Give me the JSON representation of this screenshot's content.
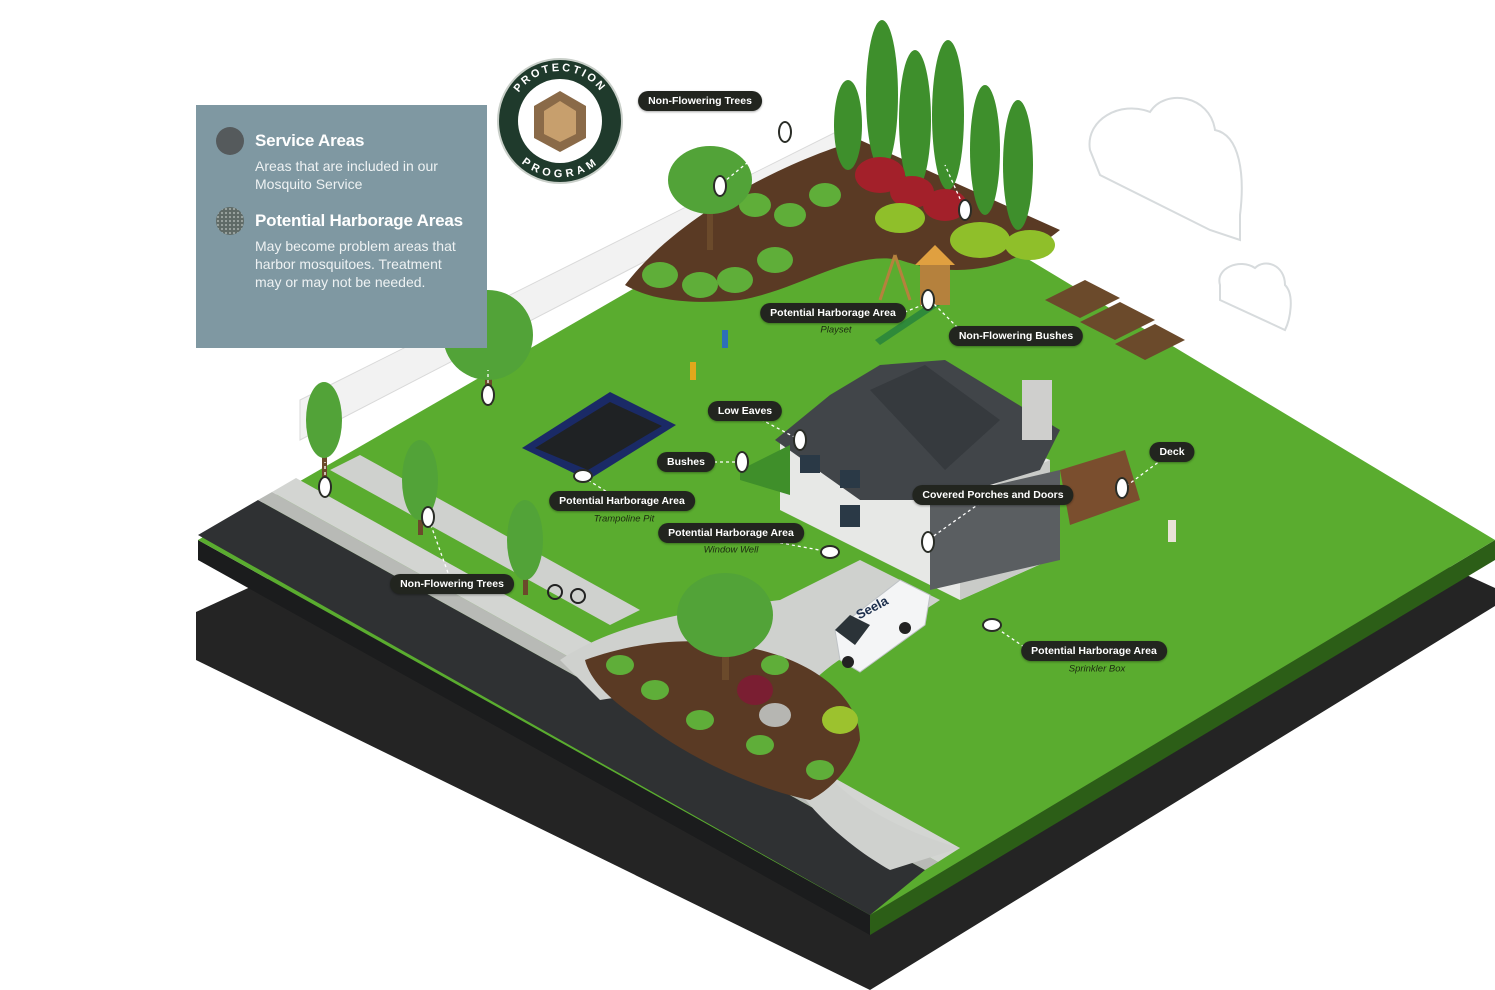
{
  "badge": {
    "top_text": "PROTECTION",
    "bottom_text": "PROGRAM",
    "colors": {
      "ring": "#1f3a2c",
      "inner": "#ffffff",
      "house": "#8a6a48"
    }
  },
  "legend": {
    "background": "#7f98a2",
    "items": [
      {
        "icon": "solid-circle-icon",
        "title": "Service Areas",
        "description": "Areas that are included in our Mosquito Service"
      },
      {
        "icon": "dotted-circle-icon",
        "title": "Potential Harborage Areas",
        "description": "May become problem areas that harbor mosquitoes. Treatment may or may not be needed."
      }
    ]
  },
  "callouts": [
    {
      "id": "non-flowering-trees-back",
      "label": "Non-Flowering Trees",
      "sub": ""
    },
    {
      "id": "harborage-playset",
      "label": "Potential Harborage Area",
      "sub": "Playset"
    },
    {
      "id": "non-flowering-bushes",
      "label": "Non-Flowering Bushes",
      "sub": ""
    },
    {
      "id": "low-eaves",
      "label": "Low Eaves",
      "sub": ""
    },
    {
      "id": "bushes",
      "label": "Bushes",
      "sub": ""
    },
    {
      "id": "deck",
      "label": "Deck",
      "sub": ""
    },
    {
      "id": "covered-porches",
      "label": "Covered Porches and Doors",
      "sub": ""
    },
    {
      "id": "harborage-trampoline",
      "label": "Potential Harborage Area",
      "sub": "Trampoline Pit"
    },
    {
      "id": "harborage-window-well",
      "label": "Potential Harborage Area",
      "sub": "Window Well"
    },
    {
      "id": "non-flowering-trees-front",
      "label": "Non-Flowering Trees",
      "sub": ""
    },
    {
      "id": "harborage-sprinkler",
      "label": "Potential Harborage Area",
      "sub": "Sprinkler Box"
    }
  ],
  "van": {
    "brand": "Seela"
  },
  "colors": {
    "lawn": "#5aac2f",
    "lawn_edge": "#3f7f21",
    "road": "#2f3133",
    "base_shadow": "#111111",
    "sidewalk": "#c9cbc8",
    "label_bg": "#22251f"
  }
}
